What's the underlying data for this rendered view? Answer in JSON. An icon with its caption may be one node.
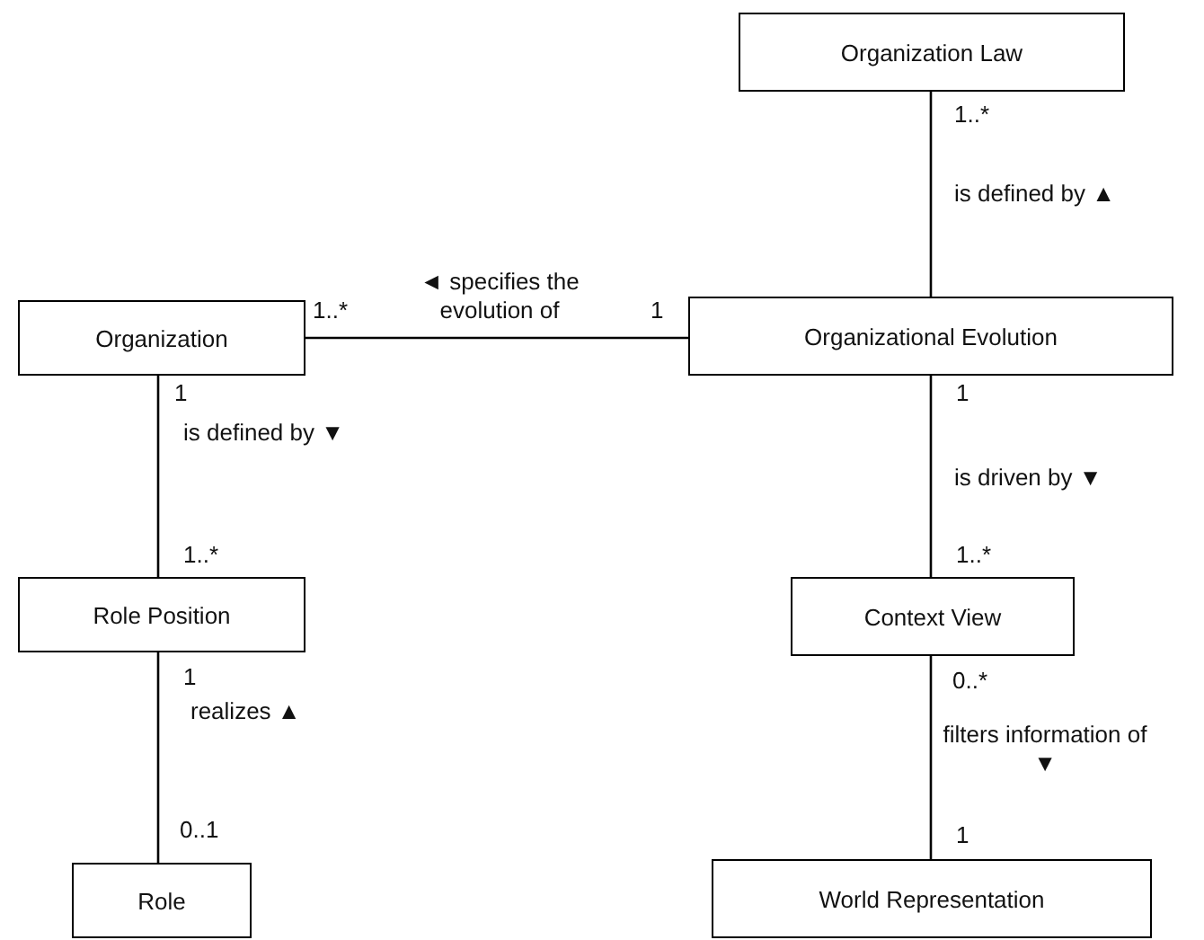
{
  "diagram": {
    "nodes": [
      {
        "text": [
          "Organization Law"
        ]
      },
      {
        "text": [
          "Organization"
        ]
      },
      {
        "text": [
          "Organizational Evolution"
        ]
      },
      {
        "text": [
          "Role Position"
        ]
      },
      {
        "text": [
          "Context View"
        ]
      },
      {
        "text": [
          "Role"
        ]
      },
      {
        "text": [
          "World Representation"
        ]
      }
    ],
    "edges": [
      {
        "from": 0,
        "to": 2,
        "arrow": "none",
        "label": "is defined by ▲"
      },
      {
        "from": 1,
        "to": 2,
        "arrow": "none",
        "label": "◄ specifies the evolution of"
      },
      {
        "from": 1,
        "to": 3,
        "arrow": "other",
        "label": "is defined by ▼"
      },
      {
        "from": 2,
        "to": 4,
        "arrow": "none",
        "label": "is driven by ▼"
      },
      {
        "from": 3,
        "to": 5,
        "arrow": "none",
        "label": "realizes ▲"
      },
      {
        "from": 4,
        "to": 6,
        "arrow": "none",
        "label": "filters information of ▼"
      }
    ],
    "labels": [
      "1..*",
      "1..*",
      "1",
      "1",
      "1",
      "1..*",
      "1..*",
      "1",
      "0..*",
      "0..1",
      "1"
    ]
  }
}
